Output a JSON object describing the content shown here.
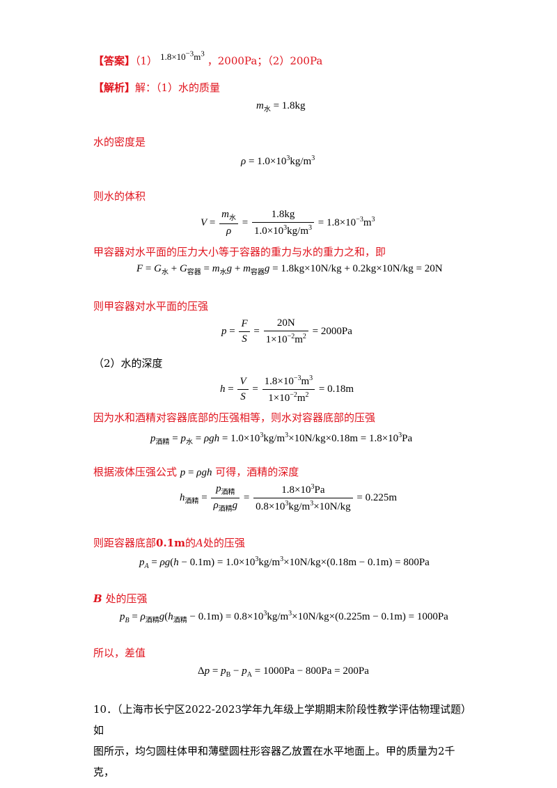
{
  "answer": {
    "label": "【答案】",
    "p1": "（1）",
    "sci": "1.8×10⁻³m³",
    "sep": "，",
    "p1b": "2000Pa；（2）200Pa"
  },
  "analysis": {
    "label": "【解析】",
    "intro": "解：（1）水的质量"
  },
  "eq_mass": "= 1.8kg",
  "t_density": "水的密度是",
  "eq_density": "= 1.0×10³kg/m³",
  "t_volume": "则水的体积",
  "t_force": "甲容器对水平面的压力大小等于容器的重力与水的重力之和，即",
  "eq_force": "= 1.8kg×10N/kg + 0.2kg×10N/kg = 20N",
  "t_pressure": "则甲容器对水平面的压强",
  "t_depth": "（2）水的深度",
  "t_equal": "因为水和酒精对容器底部的压强相等，则水对容器底部的压强",
  "t_formula": "根据液体压强公式",
  "t_formula_b": "可得，酒精的深度",
  "t_pa": "则距容器底部0.1m的A处的压强",
  "t_pb": "B处的压强",
  "t_diff": "所以，差值",
  "eq_diff": "= 1000Pa − 800Pa = 200Pa",
  "question": {
    "line1": "10．（上海市长宁区2022-2023学年九年级上学期期末阶段性教学评估物理试题）如",
    "line2": "图所示，均匀圆柱体甲和薄壁圆柱形容器乙放置在水平地面上。甲的质量为2千克，"
  }
}
